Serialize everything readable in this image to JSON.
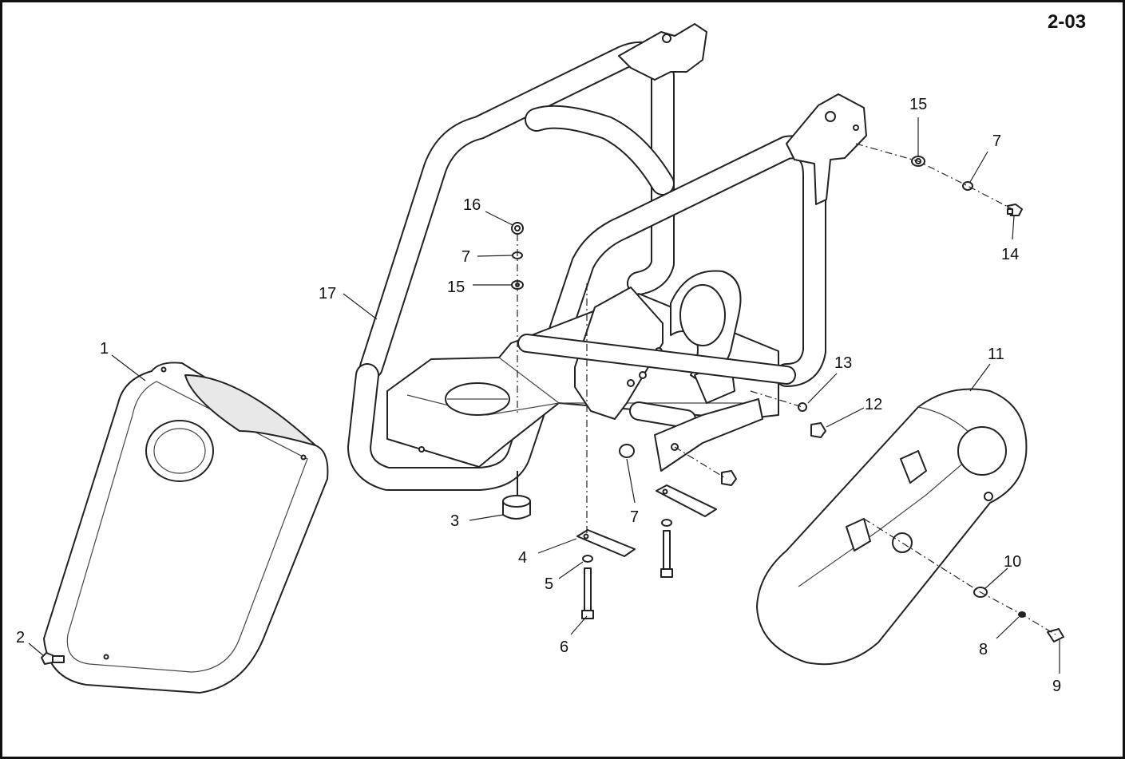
{
  "page": {
    "code": "2-03"
  },
  "callouts": {
    "c1": "1",
    "c2": "2",
    "c3": "3",
    "c4": "4",
    "c5": "5",
    "c6": "6",
    "c7a": "7",
    "c7b": "7",
    "c7c": "7",
    "c8": "8",
    "c9": "9",
    "c10": "10",
    "c11": "11",
    "c12": "12",
    "c13": "13",
    "c14": "14",
    "c15a": "15",
    "c15b": "15",
    "c16": "16",
    "c17": "17"
  }
}
